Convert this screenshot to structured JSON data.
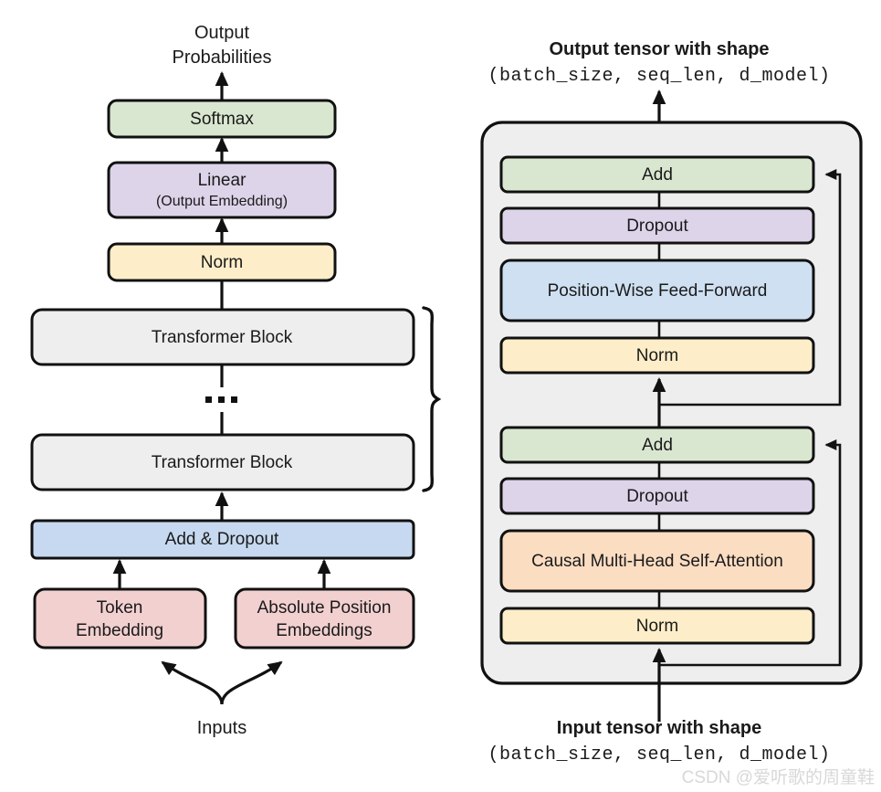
{
  "figure": {
    "title": "Transformer decoder architecture diagram",
    "background_color": "#ffffff"
  },
  "palette": {
    "green": "#d9e7d0",
    "purple": "#ddd4ea",
    "blue": "#cfe0f2",
    "yellow": "#fdeec9",
    "orange": "#fbddc2",
    "pink": "#f2d0d0",
    "grey": "#eeeeee",
    "light_blue": "#c6d9f0",
    "stroke": "#111111",
    "text": "#1a1a1a",
    "watermark": "#d8d8d8"
  },
  "left_panel": {
    "name": "full-model-stack",
    "top_caption": {
      "line1": "Output",
      "line2": "Probabilities"
    },
    "bottom_caption": "Inputs",
    "ellipsis": "•  •  •",
    "nodes": [
      {
        "id": "softmax",
        "label": "Softmax",
        "sublabel": "",
        "color": "green"
      },
      {
        "id": "linear",
        "label": "Linear",
        "sublabel": "(Output Embedding)",
        "color": "purple"
      },
      {
        "id": "norm",
        "label": "Norm",
        "sublabel": "",
        "color": "yellow"
      },
      {
        "id": "block-top",
        "label": "Transformer Block",
        "sublabel": "",
        "color": "grey"
      },
      {
        "id": "block-bottom",
        "label": "Transformer Block",
        "sublabel": "",
        "color": "grey"
      },
      {
        "id": "add-dropout",
        "label": "Add & Dropout",
        "sublabel": "",
        "color": "light_blue"
      },
      {
        "id": "token-emb",
        "label": "Token",
        "sublabel": "Embedding",
        "color": "pink"
      },
      {
        "id": "pos-emb",
        "label": "Absolute Position",
        "sublabel": "Embeddings",
        "color": "pink"
      }
    ]
  },
  "right_panel": {
    "name": "transformer-block-detail",
    "top_caption": {
      "line1": "Output tensor with shape",
      "line2": "(batch_size, seq_len, d_model)"
    },
    "bottom_caption": {
      "line1": "Input tensor with shape",
      "line2": "(batch_size, seq_len, d_model)"
    },
    "nodes": [
      {
        "id": "add-2",
        "label": "Add",
        "color": "green"
      },
      {
        "id": "dropout-2",
        "label": "Dropout",
        "color": "purple"
      },
      {
        "id": "ffn",
        "label": "Position-Wise Feed-Forward",
        "color": "blue"
      },
      {
        "id": "norm-2",
        "label": "Norm",
        "color": "yellow"
      },
      {
        "id": "add-1",
        "label": "Add",
        "color": "green"
      },
      {
        "id": "dropout-1",
        "label": "Dropout",
        "color": "purple"
      },
      {
        "id": "attention",
        "label": "Causal Multi-Head Self-Attention",
        "color": "orange"
      },
      {
        "id": "norm-1",
        "label": "Norm",
        "color": "yellow"
      }
    ],
    "residual_connections": [
      {
        "id": "residual-ffn",
        "from": "norm-2-input",
        "to": "add-2"
      },
      {
        "id": "residual-attention",
        "from": "block-input",
        "to": "add-1"
      }
    ]
  },
  "watermark": {
    "text": "CSDN @爱听歌的周童鞋"
  }
}
